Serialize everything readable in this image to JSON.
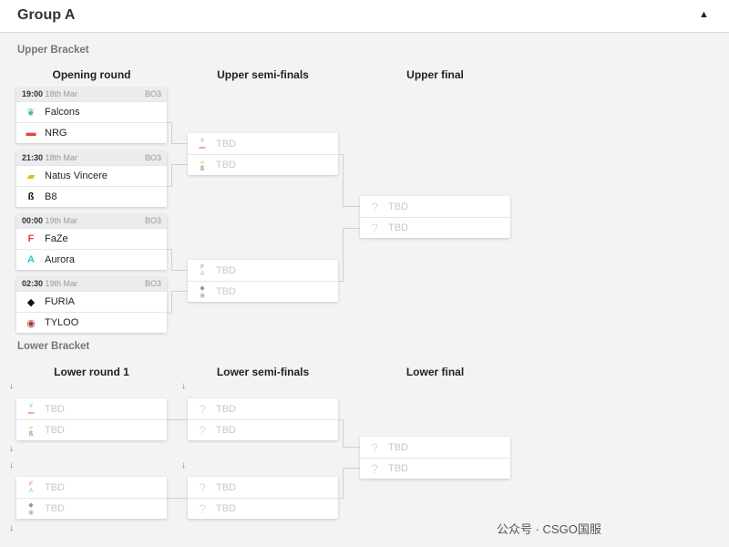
{
  "header": {
    "title": "Group A",
    "collapse_icon": "caret-up-icon"
  },
  "upper": {
    "label": "Upper Bracket",
    "rounds": [
      "Opening round",
      "Upper semi-finals",
      "Upper final"
    ]
  },
  "lower": {
    "label": "Lower Bracket",
    "rounds": [
      "Lower round 1",
      "Lower semi-finals",
      "Lower final"
    ]
  },
  "teams": {
    "Falcons": "#3dba8c",
    "NRG": "#e0433b",
    "Natus Vincere": "#d8c21a",
    "B8": "#111111",
    "FaZe": "#e0434f",
    "Aurora": "#2ec6c0",
    "FURIA": "#111111",
    "TYLOO": "#a23a3a"
  },
  "opening_round": [
    {
      "time": "19:00",
      "date": "18th Mar",
      "format": "BO3",
      "teams": [
        "Falcons",
        "NRG"
      ]
    },
    {
      "time": "21:30",
      "date": "18th Mar",
      "format": "BO3",
      "teams": [
        "Natus Vincere",
        "B8"
      ]
    },
    {
      "time": "00:00",
      "date": "19th Mar",
      "format": "BO3",
      "teams": [
        "FaZe",
        "Aurora"
      ]
    },
    {
      "time": "02:30",
      "date": "19th Mar",
      "format": "BO3",
      "teams": [
        "FURIA",
        "TYLOO"
      ]
    }
  ],
  "tbd": "TBD",
  "watermark": "公众号 · CSGO国服"
}
